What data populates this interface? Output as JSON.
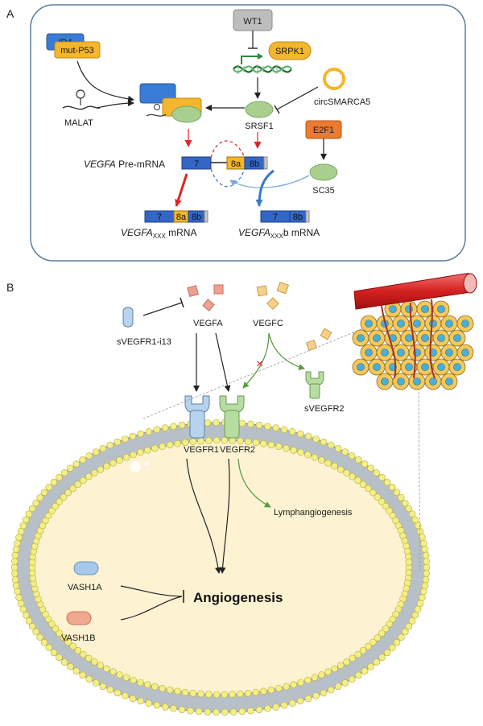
{
  "panel_a": {
    "label": "A",
    "wt1": "WT1",
    "srpk1": "SRPK1",
    "id4": "ID4",
    "mut_p53": "mut-P53",
    "malat": "MALAT",
    "srsf1": "SRSF1",
    "circsmarca5": "circSMARCA5",
    "e2f1": "E2F1",
    "sc35": "SC35",
    "premrna_gene": "VEGFA",
    "premrna_suffix": " Pre-mRNA",
    "exon7": "7",
    "exon8a": "8a",
    "exon8b": "8b",
    "xxx_gene": "VEGFA",
    "xxx_sub": "XXX",
    "xxx_suffix": " mRNA",
    "xxxb_gene": "VEGFA",
    "xxxb_sub": "XXX",
    "xxxb_suffix": "b mRNA"
  },
  "panel_b": {
    "label": "B",
    "svegfr1": "sVEGFR1-i13",
    "vegfa": "VEGFA",
    "vegfc": "VEGFC",
    "svegfr2": "sVEGFR2",
    "vegfr1": "VEGFR1",
    "vegfr2": "VEGFR2",
    "lymph": "Lymphangiogenesis",
    "vash1a": "VASH1A",
    "vash1b": "VASH1B",
    "angio": "Angiogenesis",
    "block_mark": "×"
  },
  "colors": {
    "dark_blue": "#3466c8",
    "yellow": "#f3b62c",
    "orange": "#ee7a30",
    "gray": "#bdbdbd",
    "green": "#a8cf8e",
    "red": "#e02525",
    "membrane_head": "#f4ee86",
    "cell_fill": "#fdf3d2"
  }
}
